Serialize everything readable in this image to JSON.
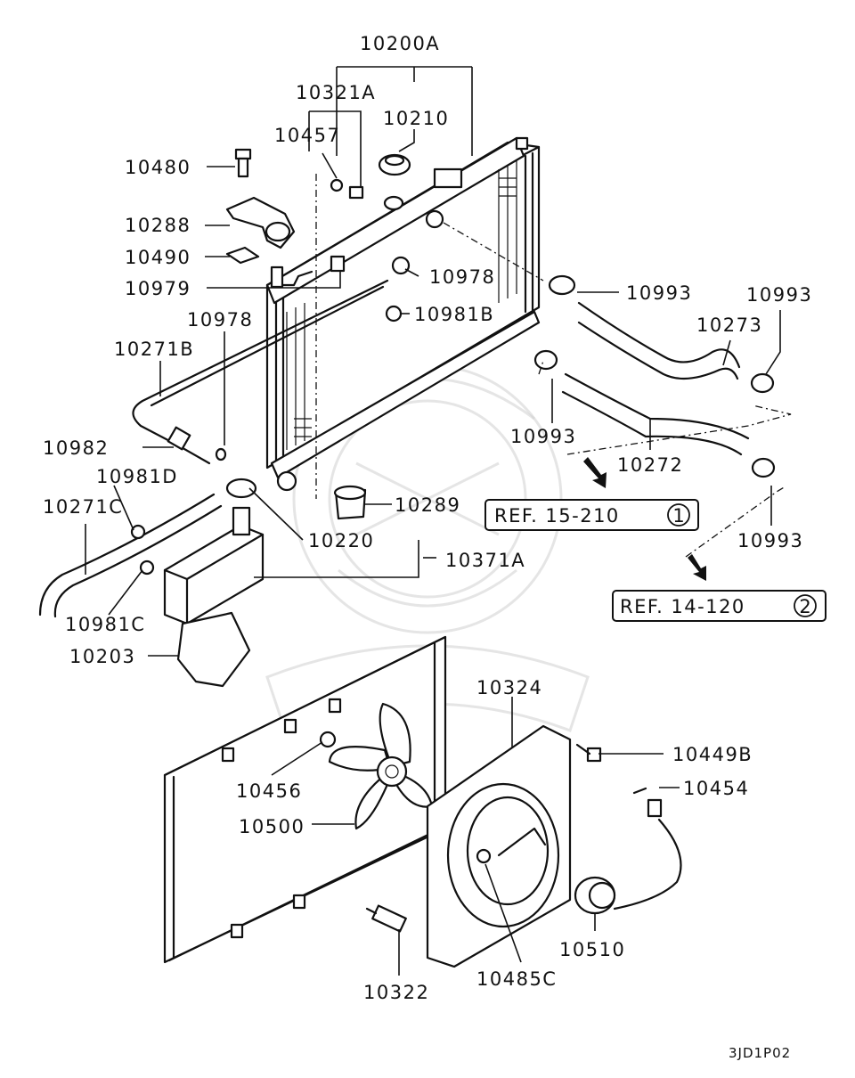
{
  "diagram": {
    "labels": {
      "p10200A": "10200A",
      "p10321A": "10321A",
      "p10210": "10210",
      "p10457": "10457",
      "p10480": "10480",
      "p10288": "10288",
      "p10490": "10490",
      "p10979": "10979",
      "p10978a": "10978",
      "p10978b": "10978",
      "p10993a": "10993",
      "p10993b": "10993",
      "p10993c": "10993",
      "p10993d": "10993",
      "p10981B": "10981B",
      "p10273": "10273",
      "p10271B": "10271B",
      "p10982": "10982",
      "p10981D": "10981D",
      "p10271C": "10271C",
      "p10289": "10289",
      "p10272": "10272",
      "p10220": "10220",
      "p10371A": "10371A",
      "p10981C": "10981C",
      "p10203": "10203",
      "p10324": "10324",
      "p10449B": "10449B",
      "p10454": "10454",
      "p10456": "10456",
      "p10500": "10500",
      "p10510": "10510",
      "p10322": "10322",
      "p10485C": "10485C"
    },
    "refs": {
      "ref1_text": "REF. 15-210",
      "ref1_num": "1",
      "ref2_text": "REF. 14-120",
      "ref2_num": "2"
    },
    "drawing_code": "3JD1P02"
  }
}
